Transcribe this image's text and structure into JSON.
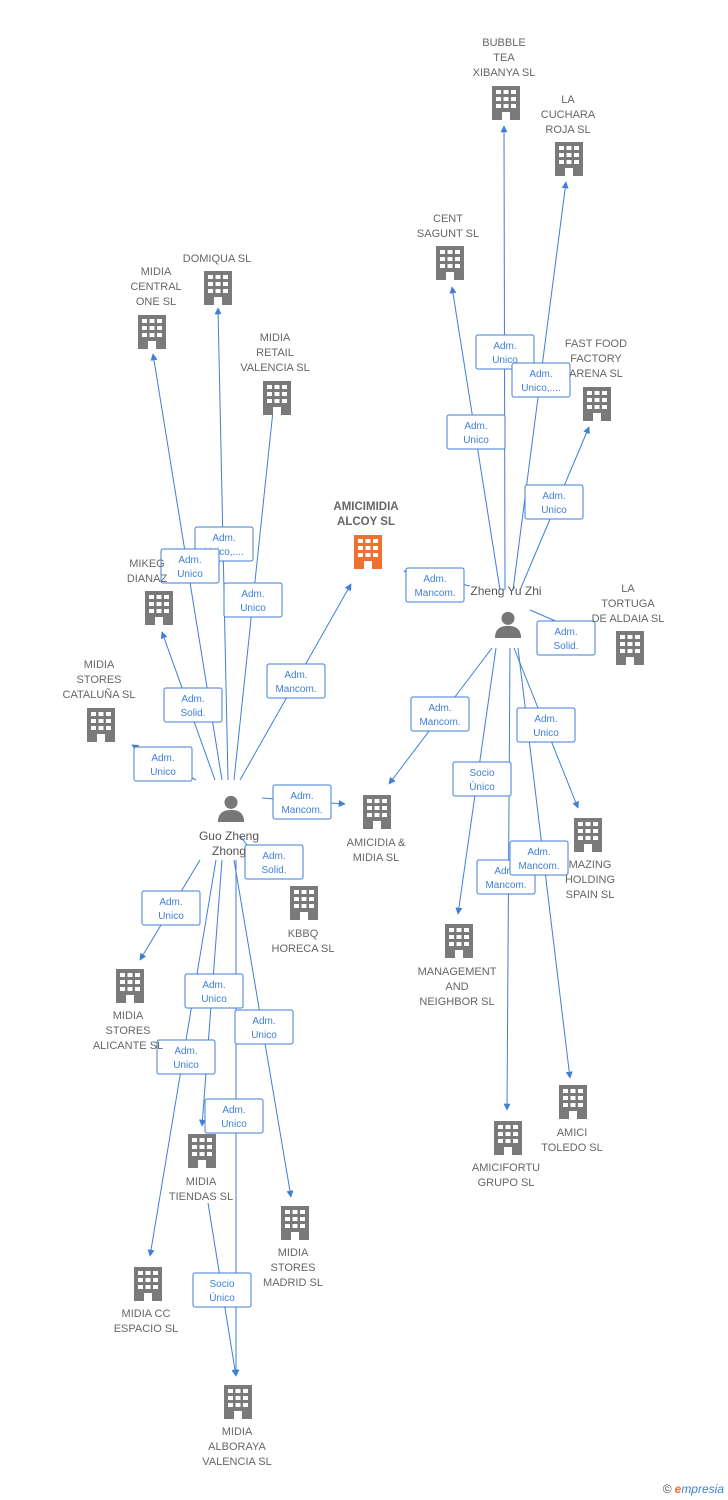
{
  "colors": {
    "edge": "#3f7fd6",
    "building": "#7a7a7a",
    "building_main": "#f07030",
    "person": "#777777"
  },
  "people": [
    {
      "id": "guo",
      "label": [
        "Guo Zheng",
        "Zhong"
      ]
    },
    {
      "id": "zheng",
      "label": [
        "Zheng Yu Zhi"
      ]
    }
  ],
  "companies": [
    {
      "id": "amicimidia",
      "label": [
        "AMICIMIDIA",
        "ALCOY SL"
      ],
      "main": true
    },
    {
      "id": "bubble",
      "label": [
        "BUBBLE",
        "TEA",
        "XIBANYA SL"
      ]
    },
    {
      "id": "cuchara",
      "label": [
        "LA",
        "CUCHARA",
        "ROJA SL"
      ]
    },
    {
      "id": "cent",
      "label": [
        "CENT",
        "SAGUNT SL"
      ]
    },
    {
      "id": "fastfood",
      "label": [
        "FAST FOOD",
        "FACTORY",
        "ARENA SL"
      ]
    },
    {
      "id": "tortuga",
      "label": [
        "LA",
        "TORTUGA",
        "DE ALDAIA SL"
      ]
    },
    {
      "id": "domiqua",
      "label": [
        "DOMIQUA SL"
      ]
    },
    {
      "id": "central",
      "label": [
        "MIDIA",
        "CENTRAL",
        "ONE SL"
      ]
    },
    {
      "id": "retail",
      "label": [
        "MIDIA",
        "RETAIL",
        "VALENCIA SL"
      ]
    },
    {
      "id": "mikeg",
      "label": [
        "MIKEG",
        "DIANAZ"
      ]
    },
    {
      "id": "cataluna",
      "label": [
        "MIDIA",
        "STORES",
        "CATALUÑA SL"
      ]
    },
    {
      "id": "amicidia",
      "label": [
        "AMICIDIA &",
        "MIDIA SL"
      ]
    },
    {
      "id": "kbbq",
      "label": [
        "KBBQ",
        "HORECA SL"
      ]
    },
    {
      "id": "amazing",
      "label": [
        "MAZING",
        "HOLDING",
        "SPAIN SL"
      ]
    },
    {
      "id": "management",
      "label": [
        "MANAGEMENT",
        "AND",
        "NEIGHBOR SL"
      ]
    },
    {
      "id": "alicante",
      "label": [
        "MIDIA",
        "STORES",
        "ALICANTE SL"
      ]
    },
    {
      "id": "tiendas",
      "label": [
        "MIDIA",
        "TIENDAS SL"
      ]
    },
    {
      "id": "madrid",
      "label": [
        "MIDIA",
        "STORES",
        "MADRID SL"
      ]
    },
    {
      "id": "ccespacio",
      "label": [
        "MIDIA CC",
        "ESPACIO SL"
      ]
    },
    {
      "id": "alboraya",
      "label": [
        "MIDIA",
        "ALBORAYA",
        "VALENCIA SL"
      ]
    },
    {
      "id": "amicifortu",
      "label": [
        "AMICIFORTU",
        "GRUPO SL"
      ]
    },
    {
      "id": "toledo",
      "label": [
        "AMICI",
        "TOLEDO SL"
      ]
    }
  ],
  "relations": [
    {
      "from": "zheng",
      "to": "bubble",
      "label": [
        "Adm.",
        "Unico"
      ]
    },
    {
      "from": "zheng",
      "to": "cuchara",
      "label": [
        "Adm.",
        "Unico,...."
      ]
    },
    {
      "from": "zheng",
      "to": "cent",
      "label": [
        "Adm.",
        "Unico"
      ]
    },
    {
      "from": "zheng",
      "to": "fastfood",
      "label": [
        "Adm.",
        "Unico"
      ]
    },
    {
      "from": "zheng",
      "to": "amicimidia",
      "label": [
        "Adm.",
        "Mancom."
      ]
    },
    {
      "from": "zheng",
      "to": "tortuga",
      "label": [
        "Adm.",
        "Solid."
      ]
    },
    {
      "from": "zheng",
      "to": "amicidia",
      "label": [
        "Adm.",
        "Mancom."
      ]
    },
    {
      "from": "zheng",
      "to": "management",
      "label": [
        "Socio",
        "Único"
      ]
    },
    {
      "from": "zheng",
      "to": "amazing",
      "label": [
        "Adm.",
        "Unico"
      ]
    },
    {
      "from": "zheng",
      "to": "amicifortu",
      "label": [
        "Adm.",
        "Mancom."
      ]
    },
    {
      "from": "zheng",
      "to": "toledo",
      "label": [
        "Adm.",
        "Mancom."
      ]
    },
    {
      "from": "guo",
      "to": "domiqua",
      "label": [
        "Adm.",
        "Unico,...."
      ]
    },
    {
      "from": "guo",
      "to": "central",
      "label": [
        "Adm.",
        "Unico"
      ]
    },
    {
      "from": "guo",
      "to": "retail",
      "label": [
        "Adm.",
        "Unico"
      ]
    },
    {
      "from": "guo",
      "to": "mikeg",
      "label": [
        "Adm.",
        "Solid."
      ]
    },
    {
      "from": "guo",
      "to": "cataluna",
      "label": [
        "Adm.",
        "Unico"
      ]
    },
    {
      "from": "guo",
      "to": "amicimidia",
      "label": [
        "Adm.",
        "Mancom."
      ]
    },
    {
      "from": "guo",
      "to": "amicidia",
      "label": [
        "Adm.",
        "Mancom."
      ]
    },
    {
      "from": "guo",
      "to": "kbbq",
      "label": [
        "Adm.",
        "Solid."
      ]
    },
    {
      "from": "guo",
      "to": "alicante",
      "label": [
        "Adm.",
        "Unico"
      ]
    },
    {
      "from": "guo",
      "to": "tiendas",
      "label": [
        "Adm.",
        "Unico"
      ]
    },
    {
      "from": "guo",
      "to": "madrid",
      "label": [
        "Adm.",
        "Unico"
      ]
    },
    {
      "from": "guo",
      "to": "ccespacio",
      "label": [
        "Adm.",
        "Unico"
      ]
    },
    {
      "from": "guo",
      "to": "alboraya",
      "label": [
        "Adm.",
        "Unico"
      ]
    },
    {
      "from": "tiendas",
      "to": "alboraya",
      "label": [
        "Socio",
        "Único"
      ]
    }
  ],
  "footer": {
    "copyright": "©",
    "brand_e": "e",
    "brand_rest": "mpresia"
  }
}
